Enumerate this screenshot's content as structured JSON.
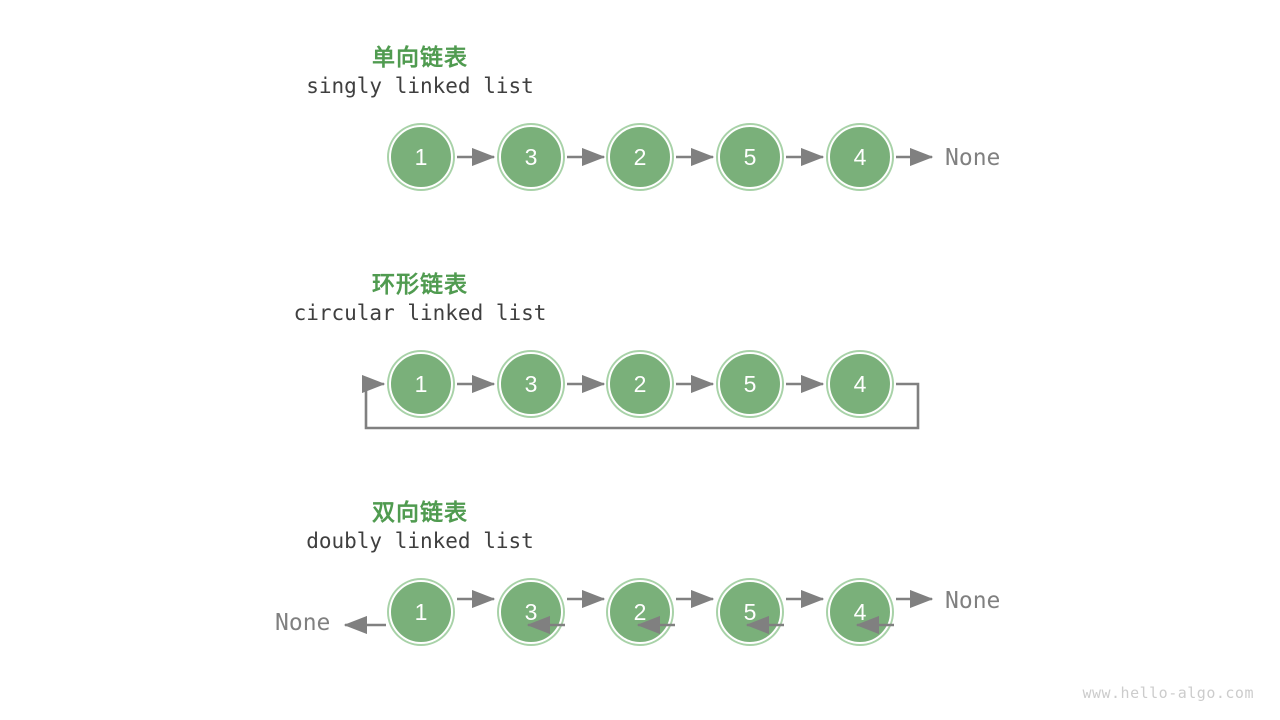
{
  "page": {
    "background": "#ffffff",
    "watermark": "www.hello-algo.com"
  },
  "colors": {
    "node_fill": "#7ab07a",
    "node_ring": "#a8d2a8",
    "node_text": "#ffffff",
    "title_cn": "#509b50",
    "title_en": "#3f3f3f",
    "arrow": "#808080",
    "none_text": "#808080",
    "watermark": "#cccccc"
  },
  "sections": [
    {
      "id": "singly",
      "title_cn": "单向链表",
      "title_en": "singly linked list",
      "nodes": [
        "1",
        "3",
        "2",
        "5",
        "4"
      ],
      "tail_label": "None",
      "head_label": null,
      "wrap_around": false
    },
    {
      "id": "circular",
      "title_cn": "环形链表",
      "title_en": "circular linked list",
      "nodes": [
        "1",
        "3",
        "2",
        "5",
        "4"
      ],
      "tail_label": null,
      "head_label": null,
      "wrap_around": true
    },
    {
      "id": "doubly",
      "title_cn": "双向链表",
      "title_en": "doubly linked list",
      "nodes": [
        "1",
        "3",
        "2",
        "5",
        "4"
      ],
      "tail_label": "None",
      "head_label": "None",
      "wrap_around": false
    }
  ]
}
